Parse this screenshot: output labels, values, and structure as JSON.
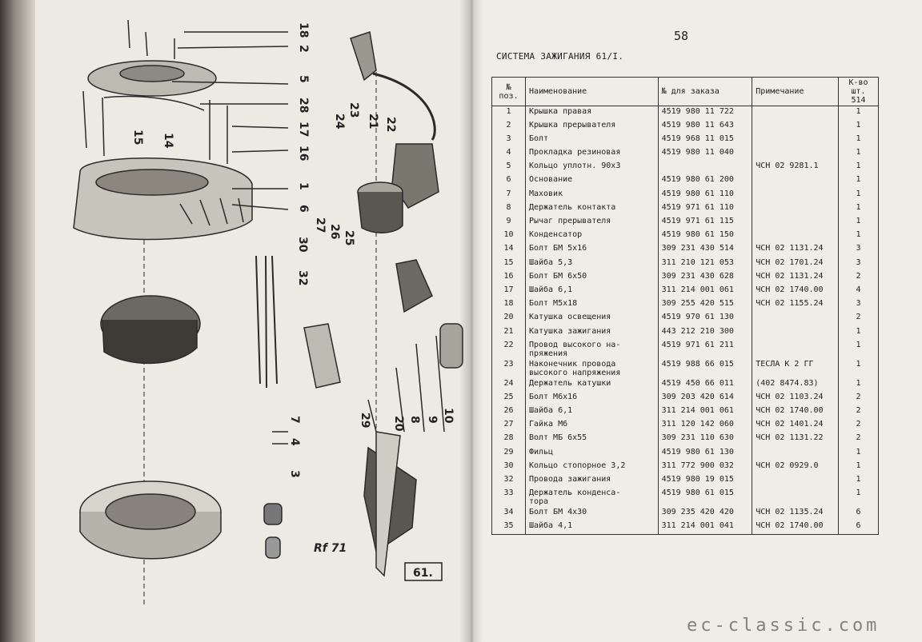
{
  "page_number": "58",
  "section_title": "СИСТЕМА ЗАЖИГАНИЯ 61/I.",
  "table": {
    "headers": {
      "pos": "№ поз.",
      "name": "Наименование",
      "order": "№ для заказа",
      "note": "Примечание",
      "qty": "К-во шт. 514"
    },
    "rows": [
      {
        "pos": "1",
        "name": "Крышка правая",
        "order": "4519 980 11 722",
        "note": "",
        "qty": "1"
      },
      {
        "pos": "2",
        "name": "Крышка прерывателя",
        "order": "4519 980 11 643",
        "note": "",
        "qty": "1"
      },
      {
        "pos": "3",
        "name": "Болт",
        "order": "4519 968 11 015",
        "note": "",
        "qty": "1"
      },
      {
        "pos": "4",
        "name": "Прокладка резиновая",
        "order": "4519 980 11 040",
        "note": "",
        "qty": "1"
      },
      {
        "pos": "5",
        "name": "Кольцо уплотн. 90х3",
        "order": "",
        "note": "ЧСН 02 9281.1",
        "qty": "1"
      },
      {
        "pos": "6",
        "name": "Основание",
        "order": "4519 980 61 200",
        "note": "",
        "qty": "1"
      },
      {
        "pos": "7",
        "name": "Маховик",
        "order": "4519 980 61 110",
        "note": "",
        "qty": "1"
      },
      {
        "pos": "8",
        "name": "Держатель контакта",
        "order": "4519 971 61 110",
        "note": "",
        "qty": "1"
      },
      {
        "pos": "9",
        "name": "Рычаг прерывателя",
        "order": "4519 971 61 115",
        "note": "",
        "qty": "1"
      },
      {
        "pos": "10",
        "name": "Конденсатор",
        "order": "4519 980 61 150",
        "note": "",
        "qty": "1"
      },
      {
        "pos": "14",
        "name": "Болт БМ 5х16",
        "order": "309 231 430 514",
        "note": "ЧСН 02 1131.24",
        "qty": "3"
      },
      {
        "pos": "15",
        "name": "Шайба 5,3",
        "order": "311 210 121 053",
        "note": "ЧСН 02 1701.24",
        "qty": "3"
      },
      {
        "pos": "16",
        "name": "Болт БМ 6х50",
        "order": "309 231 430 628",
        "note": "ЧСН 02 1131.24",
        "qty": "2"
      },
      {
        "pos": "17",
        "name": "Шайба 6,1",
        "order": "311 214 001 061",
        "note": "ЧСН 02 1740.00",
        "qty": "4"
      },
      {
        "pos": "18",
        "name": "Болт М5х18",
        "order": "309 255 420 515",
        "note": "ЧСН 02 1155.24",
        "qty": "3"
      },
      {
        "pos": "20",
        "name": "Катушка освещения",
        "order": "4519 970 61 130",
        "note": "",
        "qty": "2"
      },
      {
        "pos": "21",
        "name": "Катушка зажигания",
        "order": "443 212 210 300",
        "note": "",
        "qty": "1"
      },
      {
        "pos": "22",
        "name": "Провод высокого на-\nпряжения",
        "order": "4519 971 61 211",
        "note": "",
        "qty": "1"
      },
      {
        "pos": "23",
        "name": "Наконечник провода\nвысокого напряжения",
        "order": "4519 988 66 015",
        "note": "ТЕСЛА  К 2 ГГ",
        "qty": "1"
      },
      {
        "pos": "24",
        "name": "Держатель катушки",
        "order": "4519 450 66 011",
        "note": "(402 8474.83)",
        "qty": "1"
      },
      {
        "pos": "25",
        "name": "Болт М6х16",
        "order": "309 203 420 614",
        "note": "ЧСН 02 1103.24",
        "qty": "2"
      },
      {
        "pos": "26",
        "name": "Шайба 6,1",
        "order": "311 214 001 061",
        "note": "ЧСН 02 1740.00",
        "qty": "2"
      },
      {
        "pos": "27",
        "name": "Гайка М6",
        "order": "311 120 142 060",
        "note": "ЧСН 02 1401.24",
        "qty": "2"
      },
      {
        "pos": "28",
        "name": "Волт МБ 6х55",
        "order": "309 231 110 630",
        "note": "ЧСН 02 1131.22",
        "qty": "2"
      },
      {
        "pos": "29",
        "name": "Фильц",
        "order": "4519 980 61 130",
        "note": "",
        "qty": "1"
      },
      {
        "pos": "30",
        "name": "Кольцо стопорное 3,2",
        "order": "311 772 900 032",
        "note": "ЧСН 02 0929.0",
        "qty": "1"
      },
      {
        "pos": "32",
        "name": "Провода зажигания",
        "order": "4519 980 19 015",
        "note": "",
        "qty": "1"
      },
      {
        "pos": "33",
        "name": "Держатель конденса-\nтора",
        "order": "4519 980 61 015",
        "note": "",
        "qty": "1"
      },
      {
        "pos": "34",
        "name": "Болт БМ 4х30",
        "order": "309 235 420 420",
        "note": "ЧСН 02 1135.24",
        "qty": "6"
      },
      {
        "pos": "35",
        "name": "Шайба 4,1",
        "order": "311 214 001 041",
        "note": "ЧСН 02 1740.00",
        "qty": "6"
      }
    ]
  },
  "diagram": {
    "figure_label": "61.",
    "signature": "Rf 71",
    "callouts": [
      "18",
      "2",
      "5",
      "28",
      "17",
      "16",
      "1",
      "6",
      "15",
      "14",
      "30",
      "32",
      "27",
      "26",
      "25",
      "24",
      "23",
      "21",
      "22",
      "7",
      "4",
      "3",
      "29",
      "20",
      "8",
      "9",
      "10"
    ]
  },
  "watermark": "ec-classic.com"
}
